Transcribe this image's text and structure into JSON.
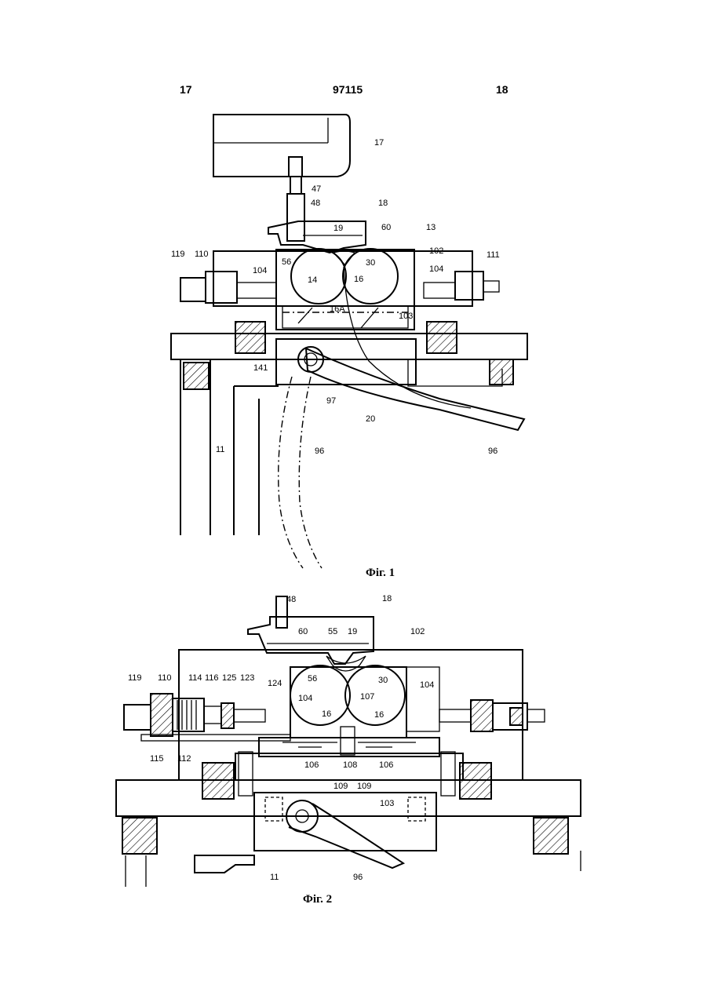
{
  "header": {
    "page_left": "17",
    "doc_number": "97115",
    "page_right": "18"
  },
  "fig1": {
    "caption": "Фіг. 1",
    "refs": {
      "r17": "17",
      "r47": "47",
      "r48": "48",
      "r18": "18",
      "r19": "19",
      "r60": "60",
      "r13": "13",
      "r102": "102",
      "r119": "119",
      "r110": "110",
      "r111": "111",
      "r56": "56",
      "r30": "30",
      "r104a": "104",
      "r104b": "104",
      "r14": "14",
      "r16": "16",
      "r16A": "16A",
      "r103": "103",
      "r141": "141",
      "r97": "97",
      "r20": "20",
      "r11": "11",
      "r96a": "96",
      "r96b": "96"
    }
  },
  "fig2": {
    "caption": "Фіг. 2",
    "refs": {
      "r48": "48",
      "r18": "18",
      "r60": "60",
      "r55": "55",
      "r19": "19",
      "r102": "102",
      "r56": "56",
      "r30": "30",
      "r119": "119",
      "r110": "110",
      "r114": "114",
      "r116": "116",
      "r125": "125",
      "r123": "123",
      "r124": "124",
      "r104a": "104",
      "r107": "107",
      "r104b": "104",
      "r16a": "16",
      "r16b": "16",
      "r115": "115",
      "r112": "112",
      "r106a": "106",
      "r108": "108",
      "r106b": "106",
      "r109a": "109",
      "r109b": "109",
      "r103": "103",
      "r96": "96",
      "r11": "11"
    }
  }
}
